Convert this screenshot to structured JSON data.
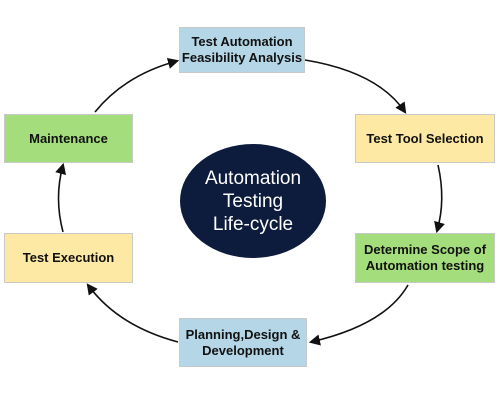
{
  "center": {
    "line1": "Automation",
    "line2": "Testing",
    "line3": "Life-cycle"
  },
  "steps": [
    {
      "line1": "Test Automation",
      "line2": "Feasibility Analysis",
      "color": "#b4d6e6"
    },
    {
      "line1": "Test Tool Selection",
      "line2": "",
      "color": "#fde9a3"
    },
    {
      "line1": "Determine Scope of",
      "line2": "Automation testing",
      "color": "#a4dd7c"
    },
    {
      "line1": "Planning,Design &",
      "line2": "Development",
      "color": "#b4d6e6"
    },
    {
      "line1": "Test Execution",
      "line2": "",
      "color": "#fde9a3"
    },
    {
      "line1": "Maintenance",
      "line2": "",
      "color": "#a4dd7c"
    }
  ],
  "colors": {
    "center_fill": "#0d1b3c",
    "arrow": "#111111",
    "box_border": "#c9c9c9"
  }
}
